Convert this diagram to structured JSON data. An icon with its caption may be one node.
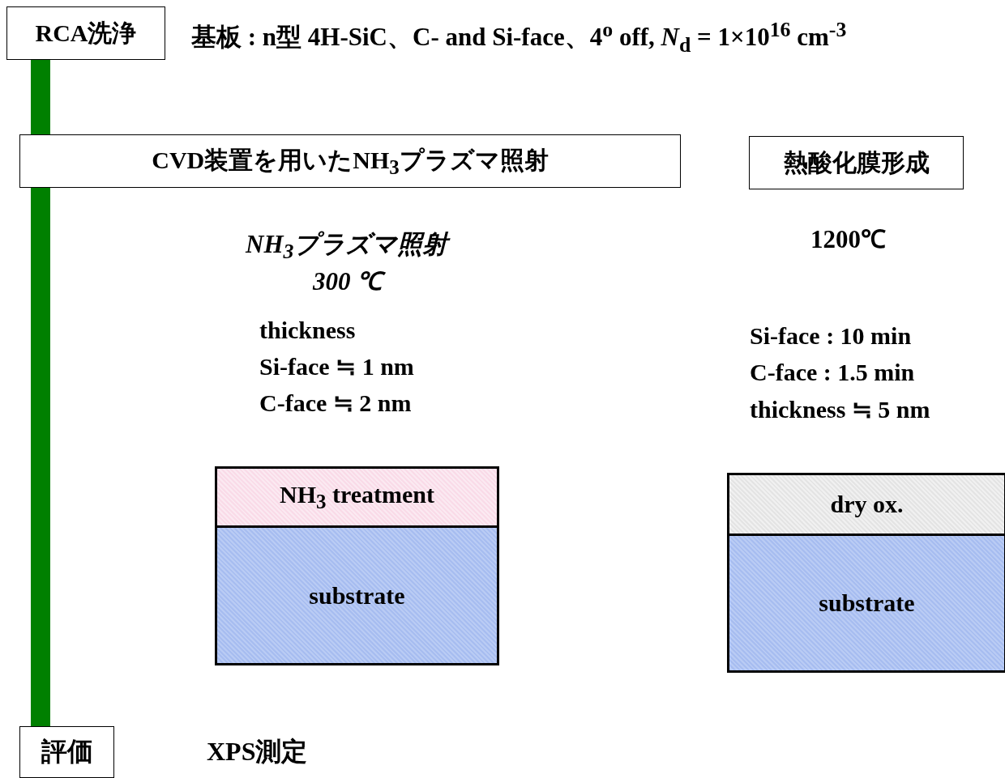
{
  "diagram": {
    "nodes": [
      {
        "text": [
          "RCA洗浄"
        ]
      },
      {
        "text": [
          "CVD装置を用いたNH$_{3}$プラズマ照射"
        ]
      },
      {
        "text": [
          "熱酸化膜形成"
        ]
      },
      {
        "text": [
          "NH$_{3}$ treatment"
        ]
      },
      {
        "text": [
          "substrate"
        ]
      },
      {
        "text": [
          "dry ox."
        ]
      },
      {
        "text": [
          "substrate"
        ]
      },
      {
        "text": [
          "評価"
        ]
      }
    ],
    "edges": [
      {
        "from": 0,
        "to": 1,
        "arrow": "none"
      },
      {
        "from": 1,
        "to": 7,
        "arrow": "none"
      }
    ],
    "labels": [
      "基板 : n型 4H-SiC、C- and Si-face、4$^{o}$ off,  *N*$_{d}$ = 1×10$^{16}$  cm$^{-3}$",
      "NH$_{3}$プラズマ照射",
      "300 ℃",
      "thickness",
      "Si-face ≒ 1 nm",
      "C-face ≒ 2 nm",
      "1200℃",
      "Si-face : 10 min",
      "C-face : 1.5 min",
      "thickness ≒ 5 nm",
      "XPS測定"
    ]
  }
}
